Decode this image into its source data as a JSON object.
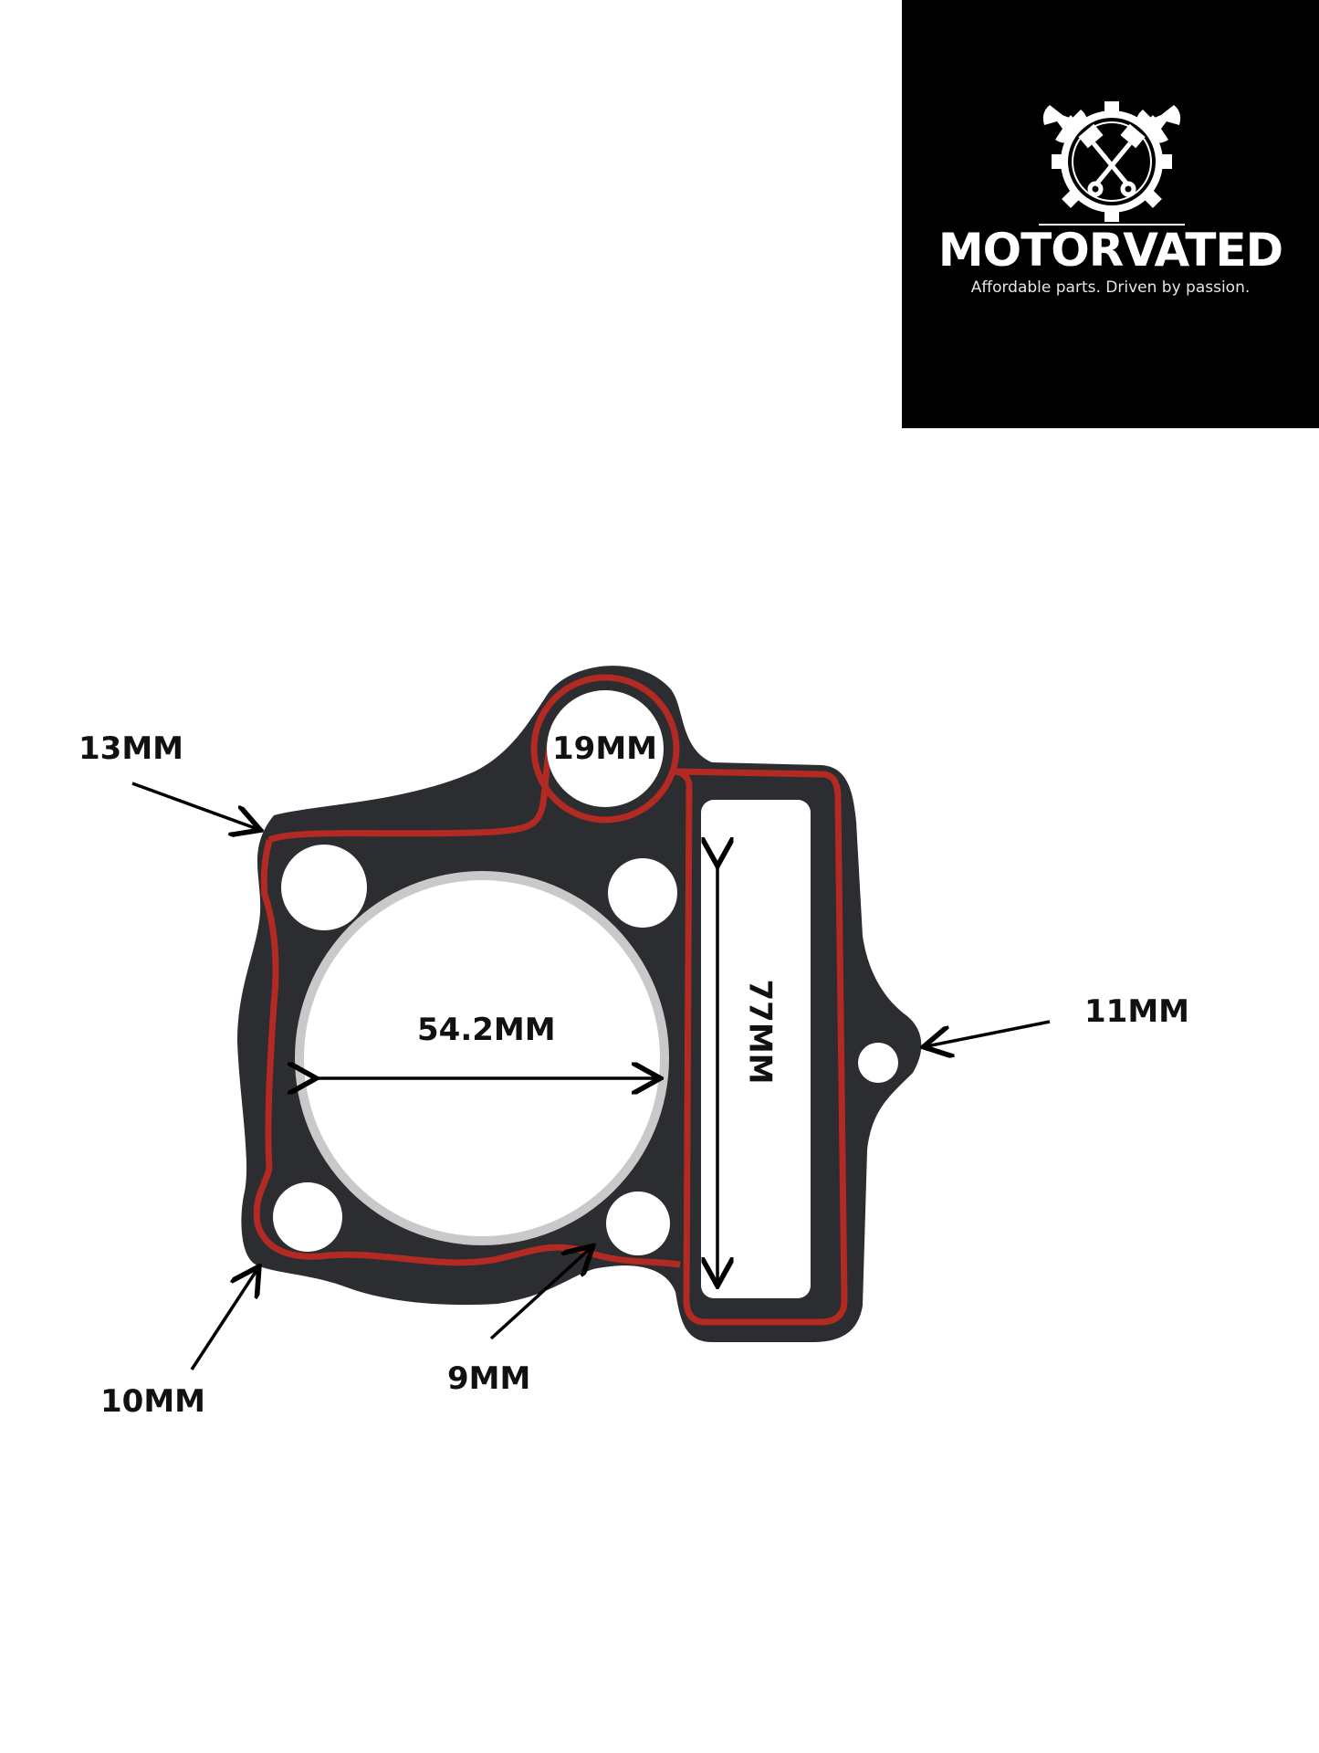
{
  "brand": {
    "name": "MOTORVATED",
    "tagline": "Affordable parts. Driven by passion.",
    "emblem": "wrench-gear-piston-emblem",
    "background": "#000000",
    "foreground": "#ffffff"
  },
  "product": {
    "type": "cylinder-head-gasket",
    "colors": {
      "body": "#2b2d30",
      "seal_bead": "#b22a22",
      "bore_ring": "#c9c9c9"
    }
  },
  "dimensions": {
    "bolt_hole_top_left": "13MM",
    "dowel_hole_top": "19MM",
    "bore_diameter": "54.2MM",
    "cam_chain_slot_length": "77MM",
    "side_hole_right": "11MM",
    "bolt_hole_bottom_left": "10MM",
    "bolt_hole_bottom_right": "9MM"
  }
}
